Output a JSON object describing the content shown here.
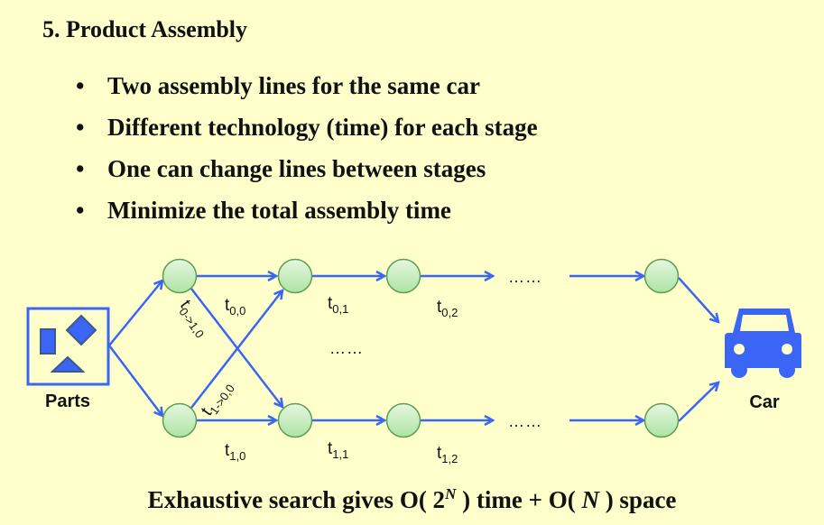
{
  "title": "5. Product Assembly",
  "bullets": [
    "Two assembly lines for the same car",
    "Different technology (time) for each stage",
    "One can change lines between stages",
    "Minimize the total assembly time"
  ],
  "bullet_char": "•",
  "diagram": {
    "parts_label": "Parts",
    "car_label": "Car",
    "ellipsis": "……",
    "edge_labels": {
      "t00": {
        "main": "t",
        "sub": "0,0"
      },
      "t01": {
        "main": "t",
        "sub": "0,1"
      },
      "t02": {
        "main": "t",
        "sub": "0,2"
      },
      "t10": {
        "main": "t",
        "sub": "1,0"
      },
      "t11": {
        "main": "t",
        "sub": "1,1"
      },
      "t12": {
        "main": "t",
        "sub": "1,2"
      },
      "t0to1": {
        "main": "t",
        "sub": "0->1,0"
      },
      "t1to0": {
        "main": "t",
        "sub": "1->0,0"
      }
    },
    "colors": {
      "arrow": "#3b66f5",
      "node_fill": "#c8ecc0",
      "node_stroke": "#5aa050",
      "background": "#ffffcc"
    }
  },
  "footer": {
    "p1": "Exhaustive search gives O( 2",
    "sup": "N",
    "p2": " ) time + O( ",
    "n": "N",
    "p3": " ) space"
  }
}
